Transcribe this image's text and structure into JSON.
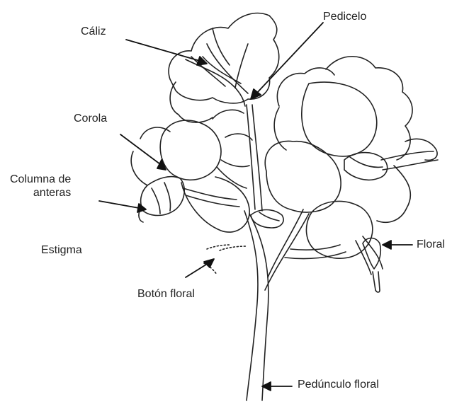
{
  "labels": {
    "caliz": "Cáliz",
    "pedicelo": "Pedicelo",
    "corola": "Corola",
    "columna_line1": "Columna de",
    "columna_line2": "anteras",
    "estigma": "Estigma",
    "boton_floral": "Botón floral",
    "floral": "Floral",
    "pedunculo_floral": "Pedúnculo floral"
  },
  "colors": {
    "ink": "#222222",
    "background": "#ffffff"
  }
}
